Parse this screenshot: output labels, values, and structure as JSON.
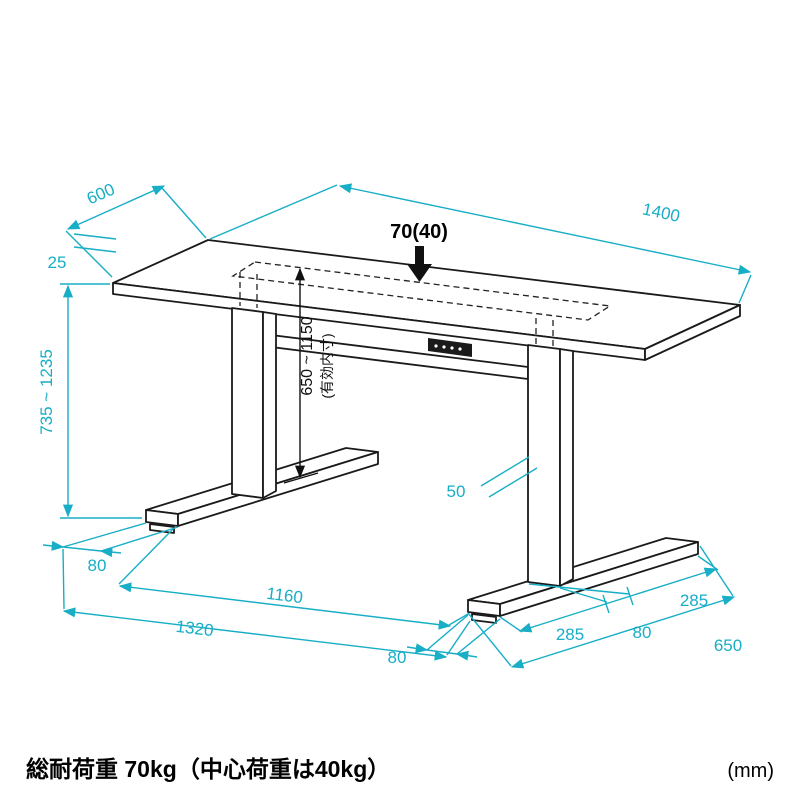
{
  "diagram": {
    "colors": {
      "dimension_cyan": "#17aec6",
      "drawing_black": "#1a1a1a"
    },
    "dims": {
      "depth": "600",
      "width": "1400",
      "top_thickness": "25",
      "height_range": "735 ~ 1235",
      "inner_height_range": "650 ~ 1150",
      "inner_height_note": "(有効内寸)",
      "load_point": "70(40)",
      "column_width": "50",
      "left_foot_width": "80",
      "inner_span": "1160",
      "outer_span": "1320",
      "right_foot_width": "80",
      "foot_segment_front": "285",
      "foot_segment_center": "80",
      "foot_segment_rear": "285",
      "foot_length": "650"
    }
  },
  "footer": {
    "load_note": "総耐荷重 70kg（中心荷重は40kg）",
    "unit_note": "(mm)"
  }
}
